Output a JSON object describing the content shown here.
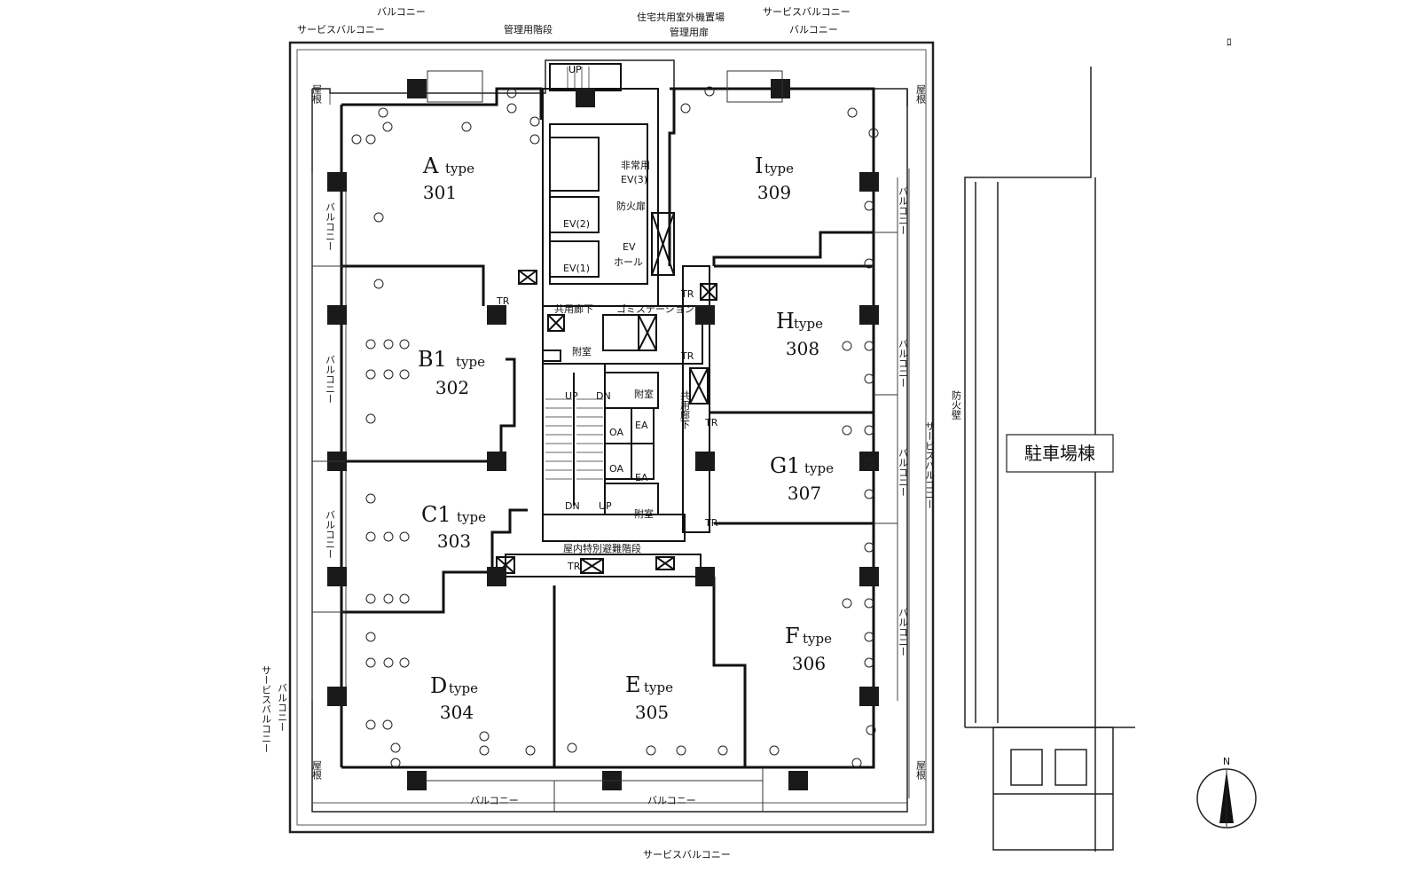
{
  "units": [
    {
      "letter": "A",
      "suffix": "type",
      "room": "301"
    },
    {
      "letter": "B1",
      "suffix": "type",
      "room": "302"
    },
    {
      "letter": "C1",
      "suffix": "type",
      "room": "303"
    },
    {
      "letter": "D",
      "suffix": "type",
      "room": "304"
    },
    {
      "letter": "E",
      "suffix": "type",
      "room": "305"
    },
    {
      "letter": "F",
      "suffix": "type",
      "room": "306"
    },
    {
      "letter": "G1",
      "suffix": "type",
      "room": "307"
    },
    {
      "letter": "H",
      "suffix": "type",
      "room": "308"
    },
    {
      "letter": "I",
      "suffix": "type",
      "room": "309"
    }
  ],
  "labels": {
    "balcony": "バルコニー",
    "service_balcony": "サービスバルコニー",
    "roof": "屋根",
    "mgmt_stairs": "管理用階段",
    "mgmt_door": "管理用扉",
    "ac_space": "住宅共用室外機置場",
    "emergency_ev": "非常用",
    "emergency_ev2": "EV(3)",
    "fire_door": "防火扉",
    "ev2": "EV(2)",
    "ev1": "EV(1)",
    "ev_hall_1": "EV",
    "ev_hall_2": "ホール",
    "corridor": "共用廊下",
    "corridor_v": "共用廊下",
    "garbage": "ゴミステーション",
    "vestibule": "附室",
    "oa": "OA",
    "ea": "EA",
    "tr": "TR",
    "up": "UP",
    "dn": "DN",
    "stairs": "屋内特別避難階段",
    "fire_wall": "防火壁",
    "parking": "駐車場棟",
    "north": "N",
    "mark_tr": "ﾛ"
  }
}
